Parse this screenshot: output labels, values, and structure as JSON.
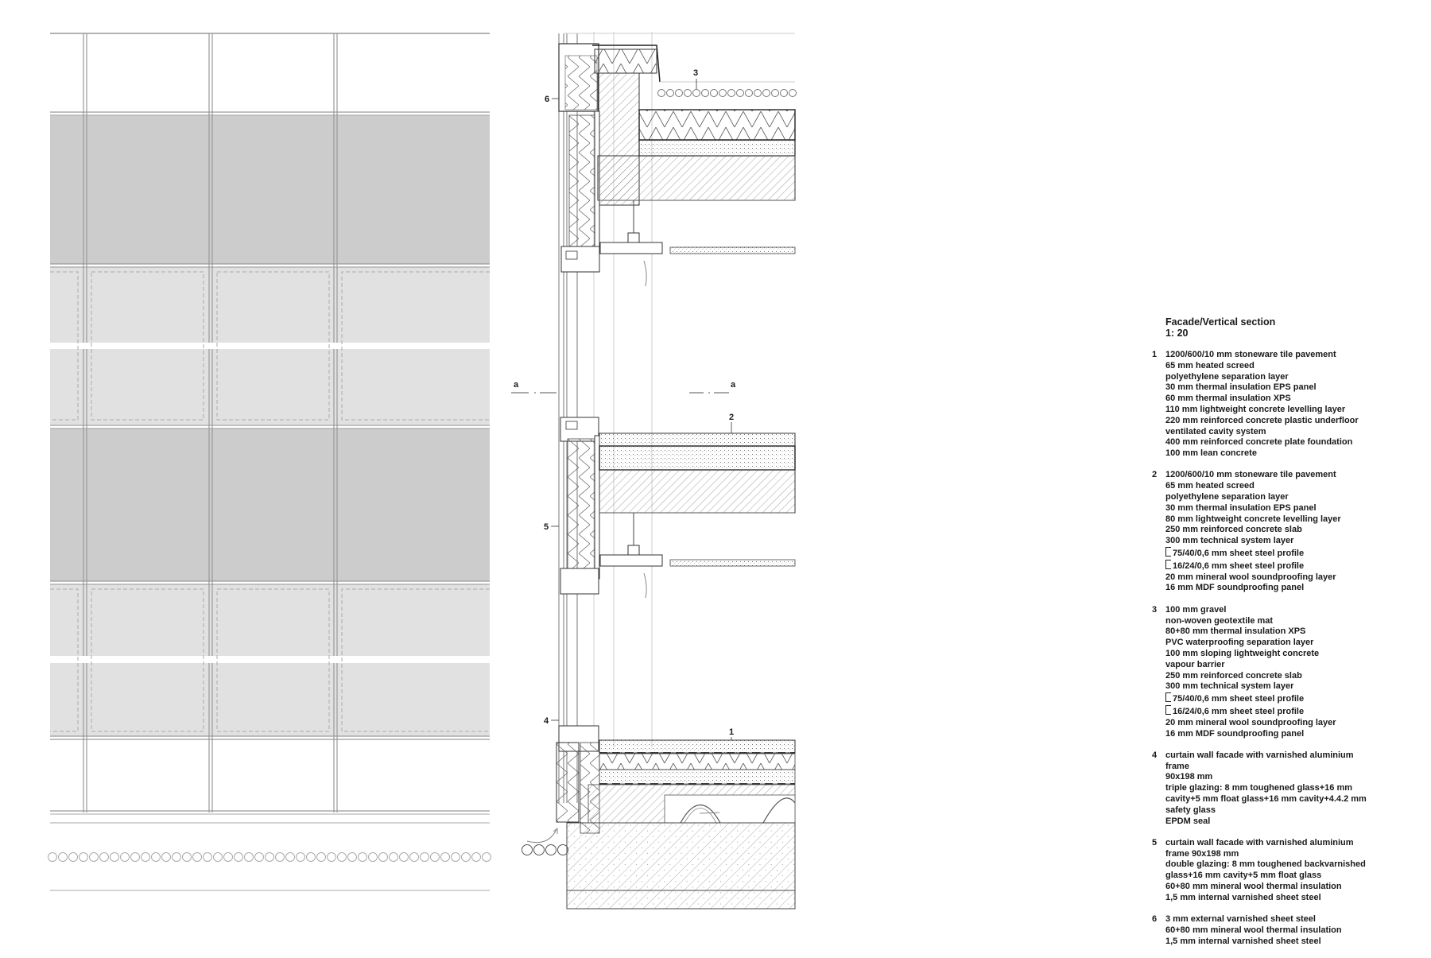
{
  "drawing": {
    "title": "Facade/Vertical section",
    "scale": "1: 20",
    "section_labels": {
      "cut_left": "a",
      "cut_right": "a",
      "callouts": [
        "1",
        "2",
        "3",
        "4",
        "5",
        "6"
      ]
    }
  },
  "colors": {
    "panel_dark": "#cccccc",
    "panel_light": "#e1e1e1",
    "line": "#8a8a8a",
    "ink": "#1a1a1a"
  },
  "legend": {
    "items": [
      {
        "num": "1",
        "lines": [
          "1200/600/10 mm stoneware tile pavement",
          "65 mm heated screed",
          "polyethylene separation layer",
          "30 mm thermal insulation EPS panel",
          "60 mm thermal insulation XPS",
          "110 mm lightweight concrete levelling layer",
          "220 mm reinforced concrete plastic underfloor",
          "ventilated cavity system",
          "400 mm reinforced concrete plate foundation",
          "100 mm lean concrete"
        ]
      },
      {
        "num": "2",
        "lines": [
          "1200/600/10 mm stoneware tile pavement",
          "65 mm heated screed",
          "polyethylene separation layer",
          "30 mm thermal insulation EPS panel",
          "80 mm lightweight concrete levelling layer",
          "250 mm reinforced concrete slab",
          "300 mm technical system layer",
          "75/40/0,6 mm sheet steel profile",
          "16/24/0,6 mm sheet steel profile",
          "20 mm mineral wool soundproofing layer",
          "16 mm MDF soundproofing panel"
        ]
      },
      {
        "num": "3",
        "lines": [
          "100 mm gravel",
          "non-woven geotextile mat",
          "80+80 mm thermal insulation XPS",
          "PVC waterproofing separation layer",
          "100 mm sloping lightweight concrete",
          "vapour barrier",
          "250 mm reinforced concrete slab",
          "300 mm technical system layer",
          "75/40/0,6 mm sheet steel profile",
          "16/24/0,6 mm sheet steel profile",
          "20 mm mineral wool soundproofing layer",
          "16 mm MDF soundproofing panel"
        ]
      },
      {
        "num": "4",
        "lines": [
          "curtain wall facade with varnished aluminium",
          "frame",
          "90x198 mm",
          "triple glazing: 8 mm toughened glass+16 mm",
          "cavity+5 mm float glass+16 mm cavity+4.4.2 mm",
          "safety glass",
          "EPDM seal"
        ]
      },
      {
        "num": "5",
        "lines": [
          "curtain wall facade with varnished aluminium",
          "frame 90x198 mm",
          "double glazing: 8 mm toughened backvarnished",
          "glass+16 mm cavity+5 mm float glass",
          "60+80 mm mineral wool thermal insulation",
          "1,5 mm internal varnished sheet steel"
        ]
      },
      {
        "num": "6",
        "lines": [
          "3 mm external varnished sheet steel",
          "60+80 mm mineral wool thermal insulation",
          "1,5 mm internal varnished sheet steel"
        ]
      }
    ]
  }
}
